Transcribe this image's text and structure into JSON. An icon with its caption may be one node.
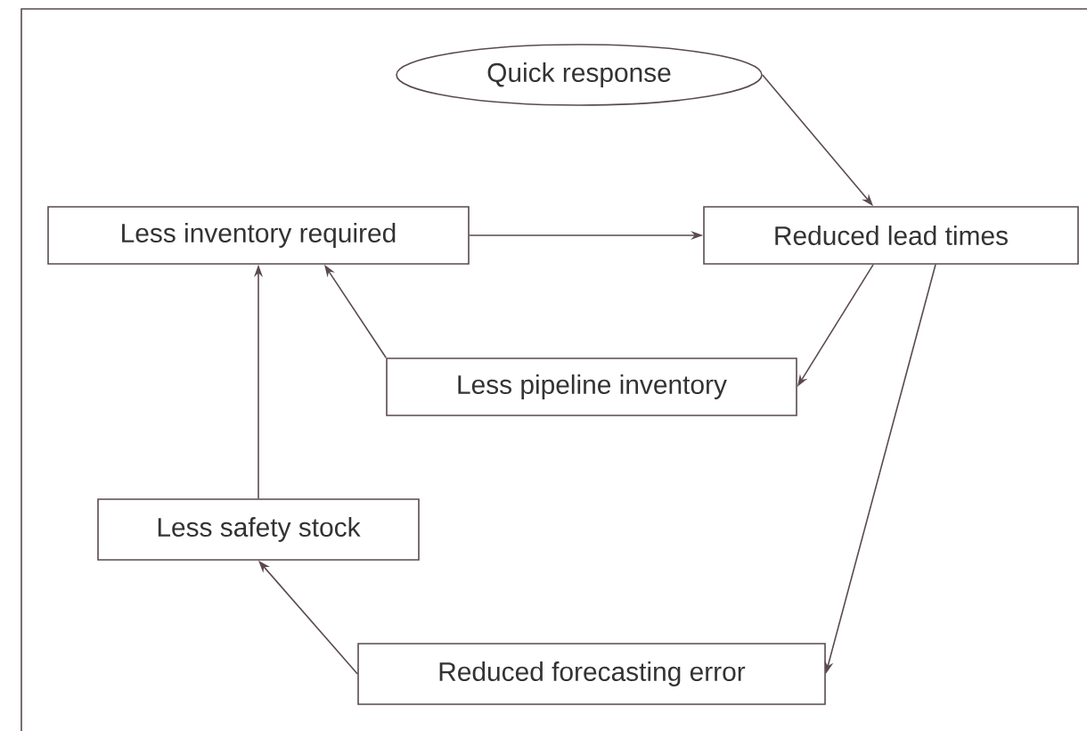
{
  "diagram": {
    "nodes": [
      {
        "text": [
          "Quick response"
        ]
      },
      {
        "text": [
          "Less inventory required"
        ]
      },
      {
        "text": [
          "Reduced lead times"
        ]
      },
      {
        "text": [
          "Less pipeline inventory"
        ]
      },
      {
        "text": [
          "Less safety stock"
        ]
      },
      {
        "text": [
          "Reduced forecasting error"
        ]
      }
    ],
    "edges": [
      {
        "from": 0,
        "to": 2,
        "arrow": "to"
      },
      {
        "from": 1,
        "to": 2,
        "arrow": "to"
      },
      {
        "from": 2,
        "to": 3,
        "arrow": "to"
      },
      {
        "from": 3,
        "to": 1,
        "arrow": "to"
      },
      {
        "from": 2,
        "to": 5,
        "arrow": "to"
      },
      {
        "from": 5,
        "to": 4,
        "arrow": "to"
      },
      {
        "from": 4,
        "to": 1,
        "arrow": "to"
      }
    ]
  }
}
